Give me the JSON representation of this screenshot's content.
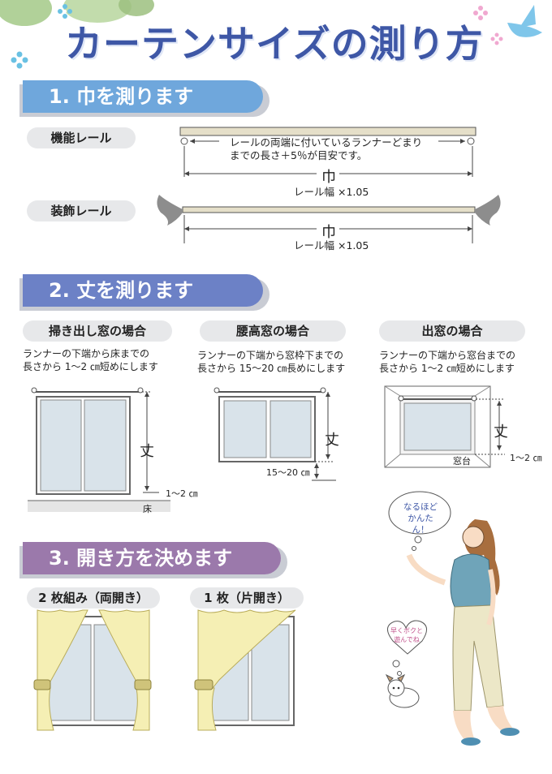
{
  "title": "カーテンサイズの測り方",
  "sections": [
    {
      "label": "1. 巾を測ります",
      "color": "#6fa7dc"
    },
    {
      "label": "2. 丈を測ります",
      "color": "#6c81c6"
    },
    {
      "label": "3. 開き方を決めます",
      "color": "#9b79ab"
    }
  ],
  "width": {
    "functional_rail": "機能レール",
    "decorative_rail": "装飾レール",
    "note": "レールの両端に付いているランナーどまり\nまでの長さ＋5％が目安です。",
    "haba": "巾",
    "formula": "レール幅 ×1.05"
  },
  "length": {
    "cases": [
      {
        "title": "掃き出し窓の場合",
        "note": "ランナーの下端から床までの\n長さから 1〜2 ㎝短めにします",
        "floor": "床",
        "offset": "1〜2 ㎝"
      },
      {
        "title": "腰高窓の場合",
        "note": "ランナーの下端から窓枠下までの\n長さから 15〜20 ㎝長めにします",
        "offset": "15〜20 ㎝"
      },
      {
        "title": "出窓の場合",
        "note": "ランナーの下端から窓台までの\n長さから 1〜2 ㎝短めにします",
        "sill": "窓台",
        "offset": "1〜2 ㎝"
      }
    ],
    "take": "丈"
  },
  "opening": {
    "double": "2 枚組み（両開き）",
    "single": "1 枚（片開き）"
  },
  "bubbles": {
    "woman": "なるほど\nかんたん！",
    "dog": "早くボクと\n遊んでね"
  },
  "colors": {
    "curtain": "#f5efb4",
    "glass": "#d9e3ea",
    "leaf": "#a3c987"
  }
}
